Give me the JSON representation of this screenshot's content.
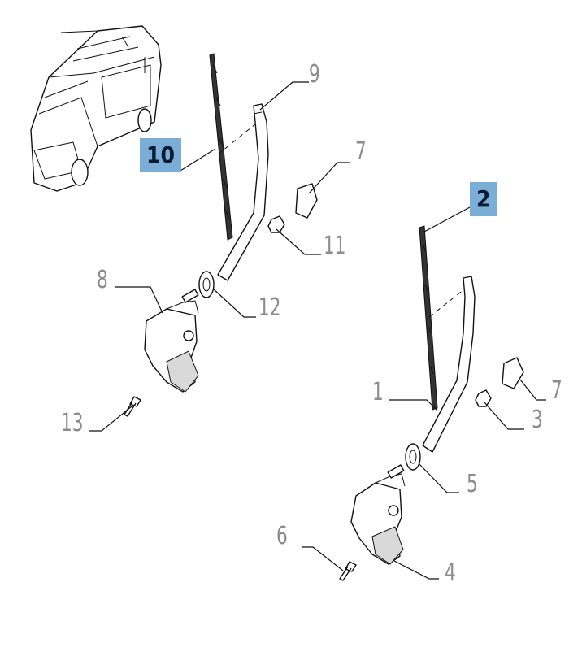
{
  "callouts": [
    {
      "id": "1",
      "label": "1",
      "highlight": false
    },
    {
      "id": "2",
      "label": "2",
      "highlight": true
    },
    {
      "id": "3",
      "label": "3",
      "highlight": false
    },
    {
      "id": "4",
      "label": "4",
      "highlight": false
    },
    {
      "id": "5",
      "label": "5",
      "highlight": false
    },
    {
      "id": "6",
      "label": "6",
      "highlight": false
    },
    {
      "id": "7a",
      "label": "7",
      "highlight": false
    },
    {
      "id": "7b",
      "label": "7",
      "highlight": false
    },
    {
      "id": "8",
      "label": "8",
      "highlight": false
    },
    {
      "id": "9",
      "label": "9",
      "highlight": false
    },
    {
      "id": "10",
      "label": "10",
      "highlight": true
    },
    {
      "id": "11",
      "label": "11",
      "highlight": false
    },
    {
      "id": "12",
      "label": "12",
      "highlight": false
    },
    {
      "id": "13",
      "label": "13",
      "highlight": false
    }
  ],
  "colors": {
    "highlight_bg": "#7aaed6",
    "label_gray": "#8c8c8c",
    "line": "#111111"
  }
}
